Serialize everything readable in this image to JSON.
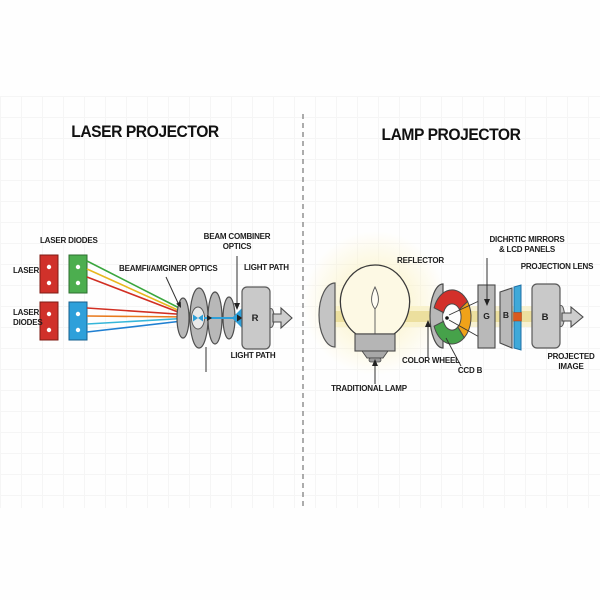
{
  "left_panel": {
    "title": "LASER PROJECTOR",
    "laser_diodes_header": "LASER DIODES",
    "laser_row1_label": "LASER",
    "laser_row2_label_line1": "LASER",
    "laser_row2_label_line2": "DIODES",
    "beam_examiner_label": "BEAMFI/AMGINER OPTICS",
    "beam_combiner_label_line1": "BEAM COMBINER",
    "beam_combiner_label_line2": "OPTICS",
    "light_path_top_label": "LIGHT PATH",
    "light_path_bottom_label": "LIGHT PATH",
    "r_block_letter": "R"
  },
  "right_panel": {
    "title": "LAMP PROJECTOR",
    "reflector_label": "REFLECTOR",
    "traditional_lamp_label": "TRADITIONAL LAMP",
    "color_wheel_label": "COLOR WHEEL",
    "ccd_label": "CCD B",
    "dichroic_label_line1": "DICHRTIC MIRRORS",
    "dichroic_label_line2": "& LCD PANELS",
    "projection_lens_label": "PROJECTION LENS",
    "projected_image_label_line1": "PROJECTED",
    "projected_image_label_line2": "IMAGE",
    "g_panel_letter": "G",
    "b_panel_letter": "B",
    "projection_lens_letter": "B"
  },
  "colors": {
    "red_diode": "#d0312a",
    "green_diode": "#4cae4f",
    "blue_diode": "#2ea0da",
    "beam_blue": "#2e9fd8",
    "beam_green": "#3aa63e",
    "beam_yellow": "#e8b71e",
    "beam_red": "#d12f23",
    "beam_orange": "#e87a1e",
    "beam_cyan": "#35b6d9",
    "lamp_beam_yellow": "#ecdf9e",
    "wheel_red": "#d3302a",
    "wheel_orange": "#f0a219",
    "wheel_green": "#46a24a",
    "lcd_blue": "#3fa9d9",
    "component_gray": "#c9c9c9",
    "divider_gray": "#808080"
  }
}
